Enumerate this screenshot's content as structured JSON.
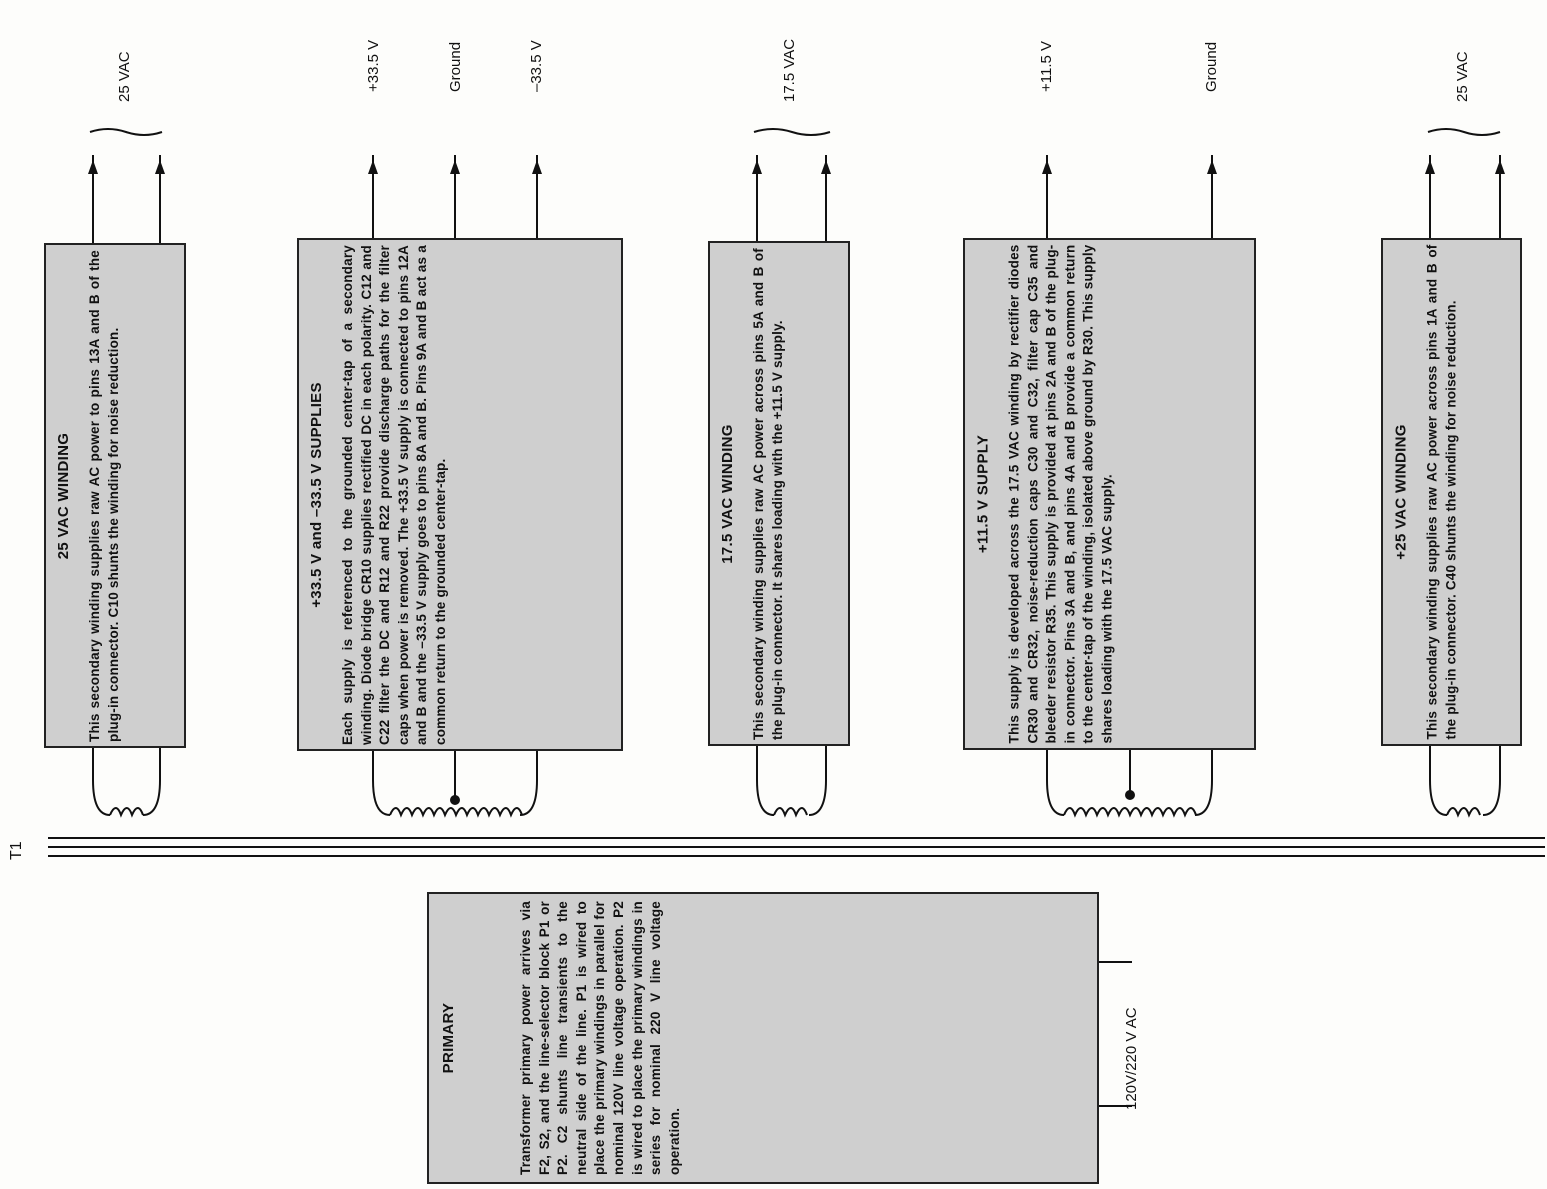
{
  "transformer_label": "T1",
  "primary": {
    "title": "PRIMARY",
    "text": "Transformer primary power arrives via F2, S2, and the line-selector block P1 or P2. C2 shunts line transients to the neutral side of the line. P1 is wired to place the primary windings in parallel for nominal 120V line voltage operation. P2 is wired to place the primary windings in series for nominal 220 V line voltage operation.",
    "input_label": "120V/220 V AC"
  },
  "secondaries": [
    {
      "title": "25 VAC WINDING",
      "text": "This secondary winding supplies raw AC power to pins 13A and B of the plug-in connector. C10 shunts the winding for noise reduction.",
      "output_labels": [
        "25 VAC"
      ]
    },
    {
      "title": "+33.5 V and –33.5 V SUPPLIES",
      "text": "Each supply is referenced to the grounded center-tap of a secondary winding. Diode bridge CR10 supplies rectified DC in each polarity. C12 and C22 filter the DC and R12 and R22 provide discharge paths for the filter caps when power is removed. The +33.5 V supply is connected to pins 12A and B and the –33.5 V supply goes to pins 8A and B. Pins 9A and B act as a common return to the grounded center-tap.",
      "output_labels": [
        "+33.5 V",
        "Ground",
        "–33.5 V"
      ]
    },
    {
      "title": "17.5 VAC WINDING",
      "text": "This secondary winding supplies raw AC power across pins 5A and B of the plug-in connector. It shares loading with the +11.5 V supply.",
      "output_labels": [
        "17.5 VAC"
      ]
    },
    {
      "title": "+11.5 V SUPPLY",
      "text": "This supply is developed across the 17.5 VAC winding by rectifier diodes CR30 and CR32, noise-reduction caps C30 and C32, filter cap C35 and bleeder resistor R35. This supply is provided at pins 2A and B of the plug-in connector. Pins 3A and B, and pins 4A and B provide a common return to the center-tap of the winding, isolated above ground by R30. This supply shares loading with the 17.5 VAC supply.",
      "output_labels": [
        "+11.5 V",
        "Ground"
      ]
    },
    {
      "title": "+25 VAC WINDING",
      "text": "This secondary winding supplies raw AC power across pins 1A and B of the plug-in connector. C40 shunts the winding for noise reduction.",
      "output_labels": [
        "25 VAC"
      ]
    }
  ]
}
